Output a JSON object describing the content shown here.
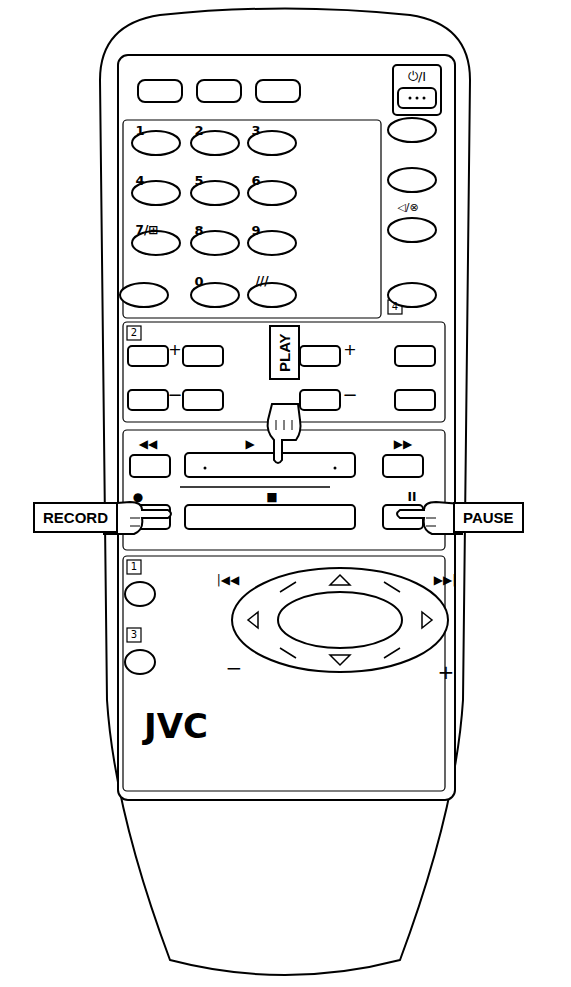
{
  "diagram": {
    "nodes": [
      {
        "text": [
          "PLAY"
        ]
      },
      {
        "text": [
          "RECORD"
        ]
      },
      {
        "text": [
          "PAUSE"
        ]
      }
    ],
    "labels": [
      "⏻/I",
      "1",
      "2",
      "3",
      "4",
      "5",
      "6",
      "◁/⊗",
      "7/⊞",
      "8",
      "9",
      "0",
      "///",
      "4",
      "2",
      "+",
      "+",
      "−",
      "−",
      "◀◀",
      "▶",
      "▶▶",
      "●",
      "■",
      "II",
      "1",
      "3",
      "|◀◀",
      "▶▶|",
      "−",
      "+",
      "JVC"
    ]
  }
}
